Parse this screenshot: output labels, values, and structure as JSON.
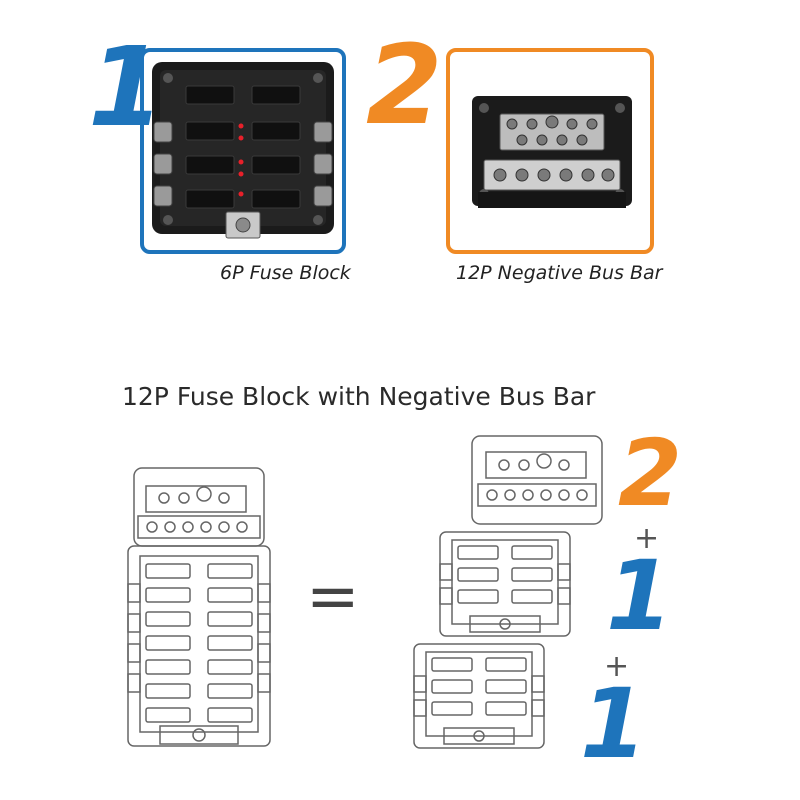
{
  "colors": {
    "blue": "#1e74bb",
    "orange": "#f08a24",
    "product_dark": "#1b1b1b",
    "line_art": "#666666"
  },
  "top": {
    "item1": {
      "number": "1",
      "caption": "6P Fuse Block"
    },
    "item2": {
      "number": "2",
      "caption": "12P Negative Bus Bar"
    }
  },
  "diagram": {
    "title": "12P Fuse Block with Negative Bus Bar",
    "equals": "=",
    "stack_numbers": [
      "2",
      "1",
      "1"
    ],
    "plus_signs": [
      "+",
      "+"
    ]
  }
}
